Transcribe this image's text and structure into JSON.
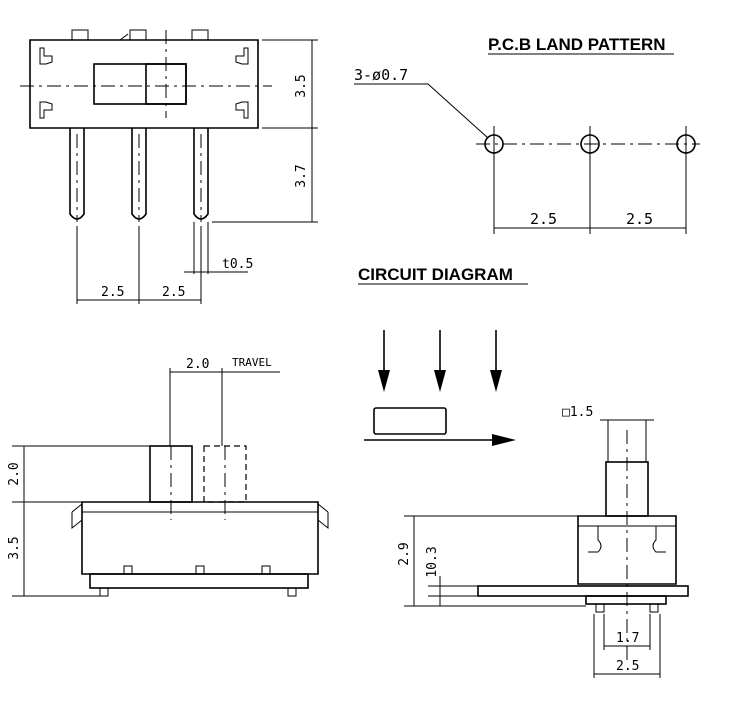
{
  "titles": {
    "land_pattern": "P.C.B LAND PATTERN",
    "circuit": "CIRCUIT DIAGRAM"
  },
  "labels": {
    "holes": "3-ø0.7",
    "travel": "TRAVEL"
  },
  "dimensions": {
    "top_height": "3.5",
    "pin_length": "3.7",
    "pin_thickness": "t0.5",
    "top_pitch_1": "2.5",
    "top_pitch_2": "2.5",
    "land_pitch_1": "2.5",
    "land_pitch_2": "2.5",
    "travel_dim": "2.0",
    "front_actuator_height": "2.0",
    "front_body_height": "3.5",
    "side_actuator_square": "□1.5",
    "side_total_height": "2.9",
    "side_body_height": "10.3",
    "side_inner_width": "1.7",
    "side_outer_width": "2.5"
  }
}
